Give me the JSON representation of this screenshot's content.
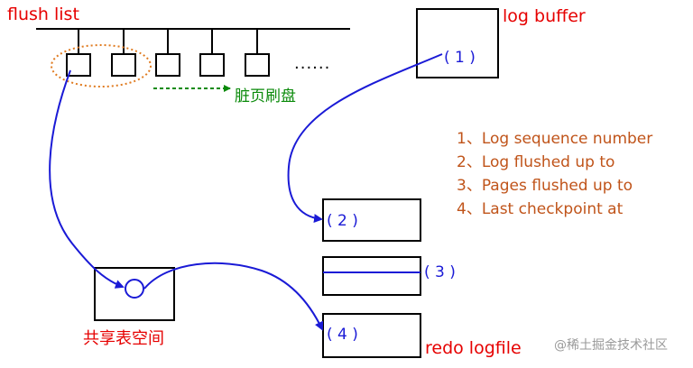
{
  "labels": {
    "flush_list": "flush list",
    "log_buffer": "log buffer",
    "ellipsis": "......",
    "dirty_page_flush": "脏页刷盘",
    "shared_tablespace": "共享表空间",
    "redo_logfile": "redo logfile",
    "watermark": "@稀土掘金技术社区"
  },
  "markers": {
    "m1": "( 1 )",
    "m2": "( 2 )",
    "m3": "( 3 )",
    "m4": "( 4 )"
  },
  "legend": [
    "1、Log sequence number",
    "2、Log flushed up to",
    "3、Pages flushed up to",
    "4、Last checkpoint at"
  ],
  "colors": {
    "label_red": "#e60000",
    "arrow_blue": "#1a1ad6",
    "legend_orange": "#c0541a",
    "flush_green": "#0a8a0a",
    "dotted_orange": "#e07b20",
    "line_black": "#000000"
  }
}
